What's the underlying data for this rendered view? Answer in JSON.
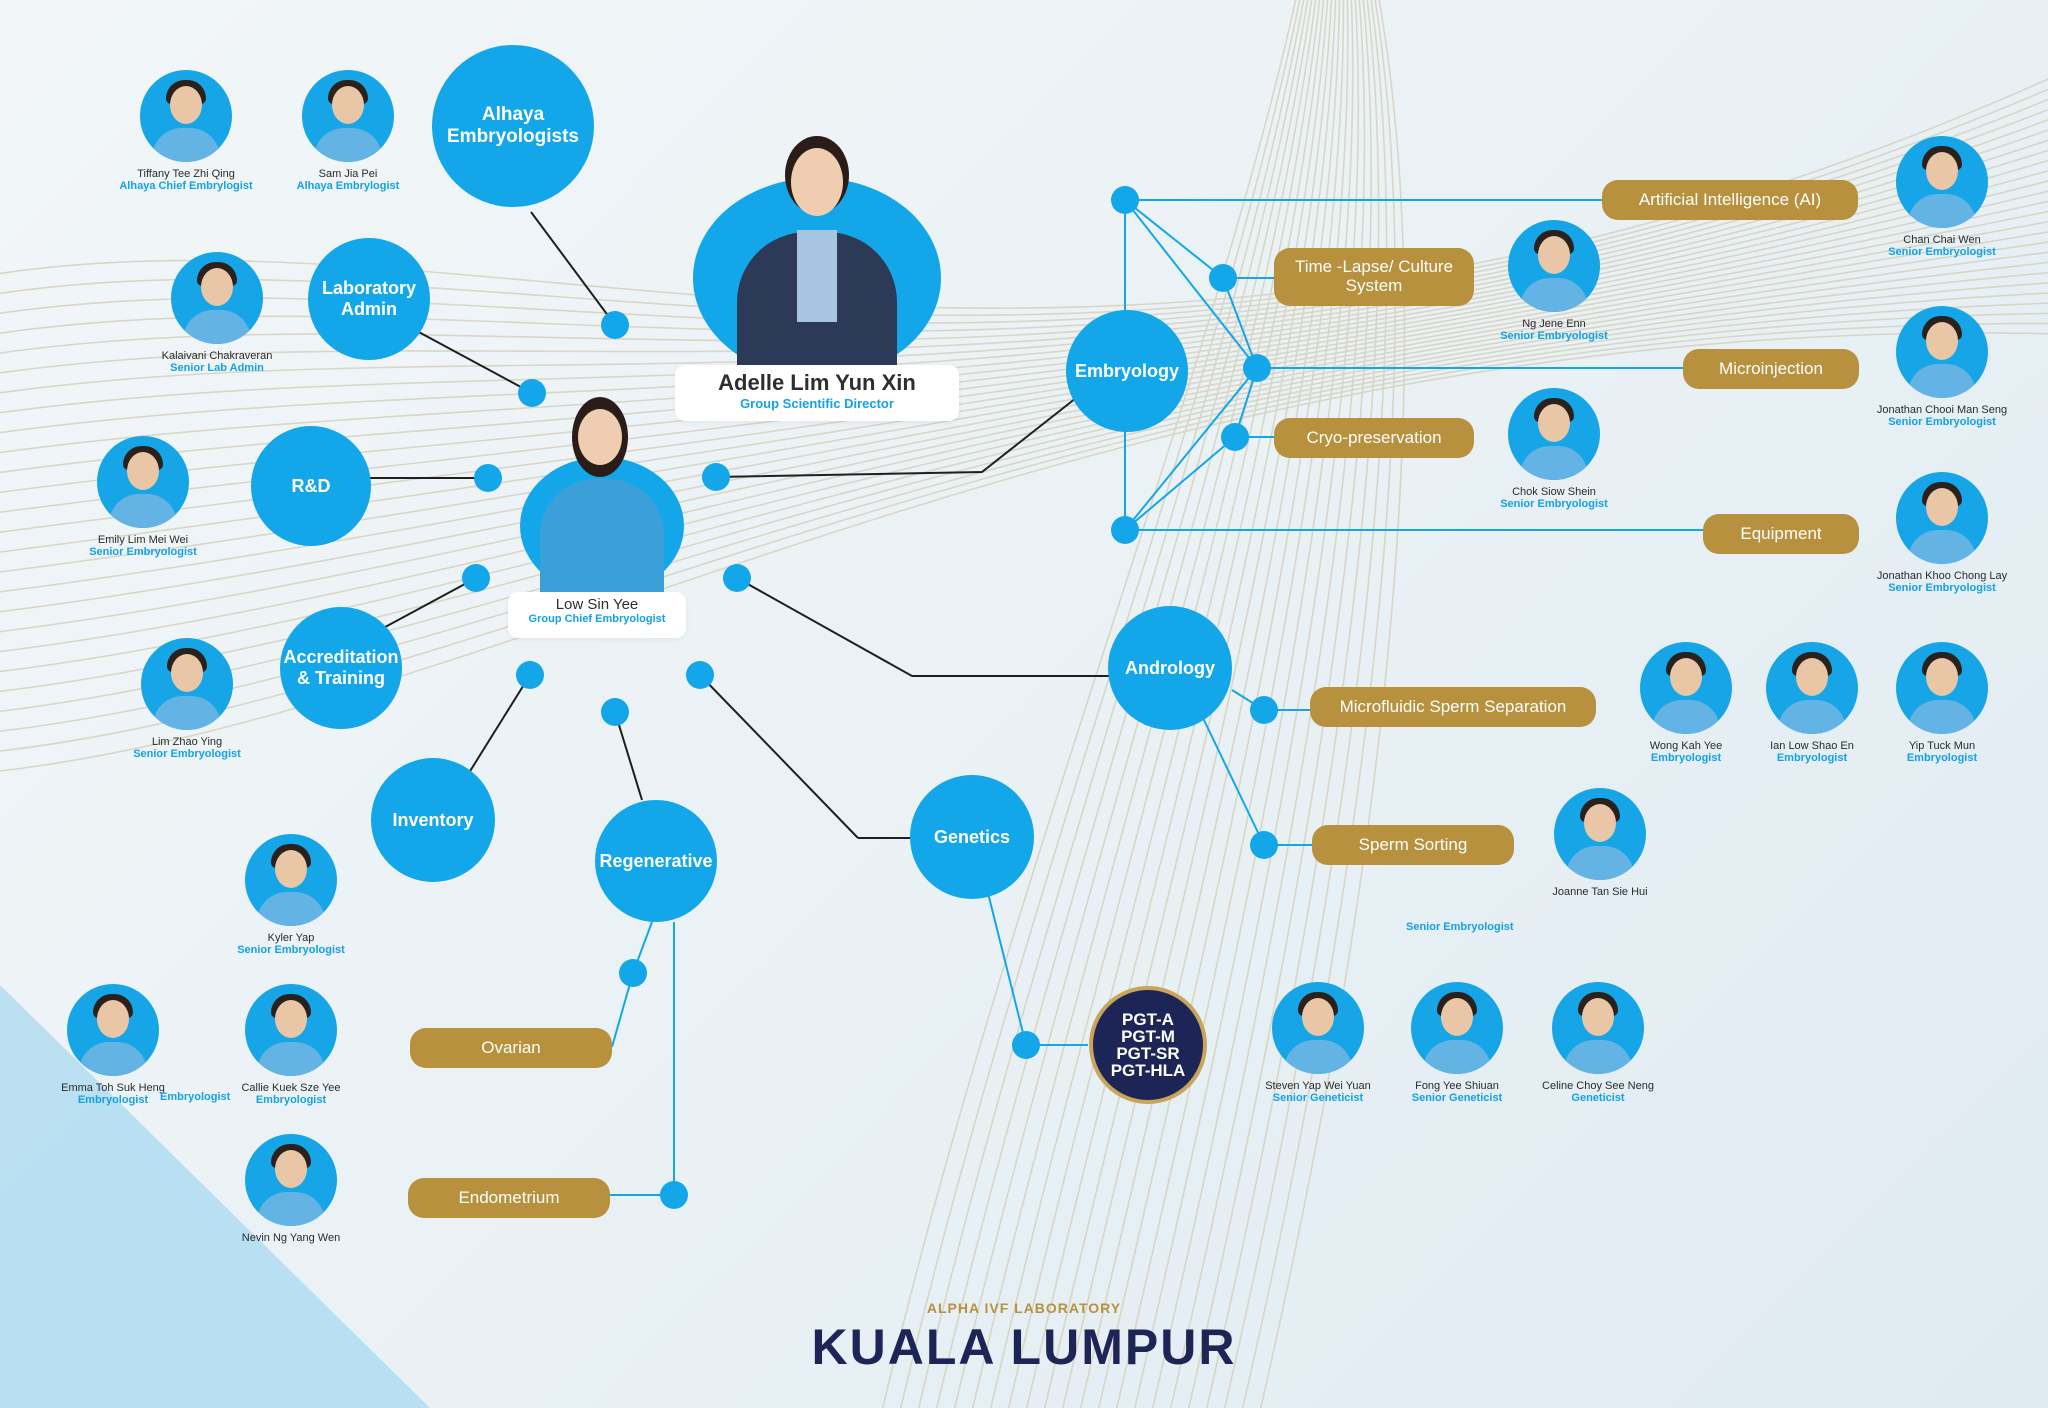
{
  "director": {
    "name": "Adelle Lim Yun Xin",
    "role": "Group Scientific Director"
  },
  "chief": {
    "name": "Low Sin Yee",
    "role": "Group Chief Embryologist"
  },
  "departments": {
    "alhaya": "Alhaya Embryologists",
    "lab_admin": "Laboratory Admin",
    "rnd": "R&D",
    "accreditation": "Accreditation & Training",
    "inventory": "Inventory",
    "regenerative": "Regenerative",
    "embryology": "Embryology",
    "andrology": "Andrology",
    "genetics": "Genetics"
  },
  "pills": {
    "ai": "Artificial Intelligence (AI)",
    "timelapse": "Time -Lapse/ Culture System",
    "microinjection": "Microinjection",
    "cryo": "Cryo-preservation",
    "equipment": "Equipment",
    "microfluidic": "Microfluidic Sperm Separation",
    "sperm_sorting": "Sperm Sorting",
    "ovarian": "Ovarian",
    "endometrium": "Endometrium"
  },
  "pgt": [
    "PGT-A",
    "PGT-M",
    "PGT-SR",
    "PGT-HLA"
  ],
  "people": [
    {
      "name": "Tiffany Tee Zhi Qing",
      "role": "Alhaya Chief Embrylogist"
    },
    {
      "name": "Sam Jia Pei",
      "role": "Alhaya Embrylogist"
    },
    {
      "name": "Kalaivani Chakraveran",
      "role": "Senior Lab Admin"
    },
    {
      "name": "Emily Lim Mei Wei",
      "role": "Senior Embryologist"
    },
    {
      "name": "Lim Zhao Ying",
      "role": "Senior Embryologist"
    },
    {
      "name": "Kyler Yap",
      "role": "Senior Embryologist"
    },
    {
      "name": "Emma Toh Suk Heng",
      "role": "Embryologist"
    },
    {
      "name": "Callie Kuek Sze Yee",
      "role": "Embryologist"
    },
    {
      "name": "Nevin Ng Yang Wen",
      "role": ""
    },
    {
      "name": "Chan Chai Wen",
      "role": "Senior Embryologist"
    },
    {
      "name": "Ng Jene Enn",
      "role": "Senior Embryologist"
    },
    {
      "name": "Jonathan Chooi Man Seng",
      "role": "Senior Embryologist"
    },
    {
      "name": "Chok Siow Shein",
      "role": "Senior Embryologist"
    },
    {
      "name": "Jonathan Khoo Chong Lay",
      "role": "Senior Embryologist"
    },
    {
      "name": "Wong Kah Yee",
      "role": "Embryologist"
    },
    {
      "name": "Ian Low Shao En",
      "role": "Embryologist"
    },
    {
      "name": "Yip Tuck Mun",
      "role": "Embryologist"
    },
    {
      "name": "Joanne Tan Sie Hui",
      "role": ""
    },
    {
      "name": "Steven Yap Wei Yuan",
      "role": "Senior Geneticist"
    },
    {
      "name": "Fong Yee Shiuan",
      "role": "Senior Geneticist"
    },
    {
      "name": "Celine Choy See Neng",
      "role": "Geneticist"
    }
  ],
  "stray_labels": {
    "senior_embryologist": "Senior Embryologist",
    "embryologist_overlap": "Embryologist"
  },
  "footer": {
    "subtitle": "ALPHA IVF LABORATORY",
    "title": "KUALA LUMPUR"
  },
  "colors": {
    "primary_blue": "#13a7ea",
    "gold": "#b8913e",
    "navy": "#1d2557",
    "footer_gold": "#b8913e"
  },
  "icons": {
    "avatar": "person-photo-icon"
  }
}
